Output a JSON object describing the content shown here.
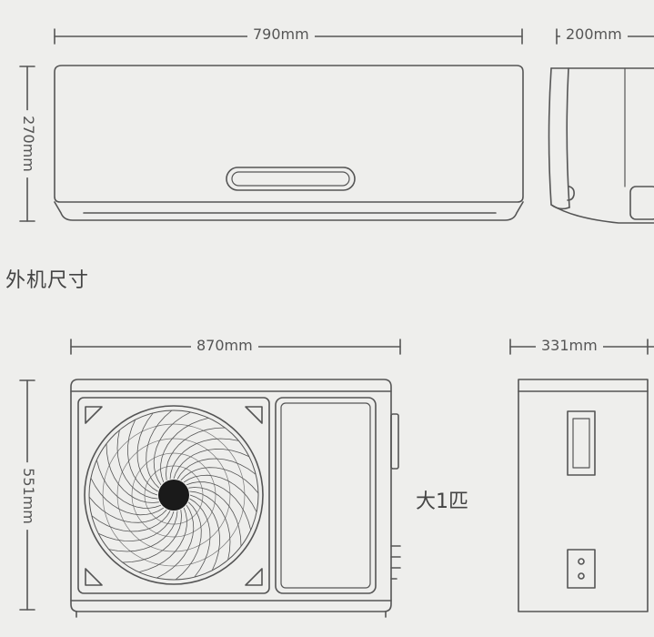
{
  "indoor": {
    "width_label": "790mm",
    "depth_label": "200mm",
    "height_label": "270mm"
  },
  "outdoor": {
    "section_title": "外机尺寸",
    "width_label": "870mm",
    "depth_label": "331mm",
    "height_label": "551mm",
    "capacity_label": "大1匹"
  },
  "colors": {
    "background": "#eeeeec",
    "line": "#555555",
    "fan_hub": "#1a1a1a"
  }
}
